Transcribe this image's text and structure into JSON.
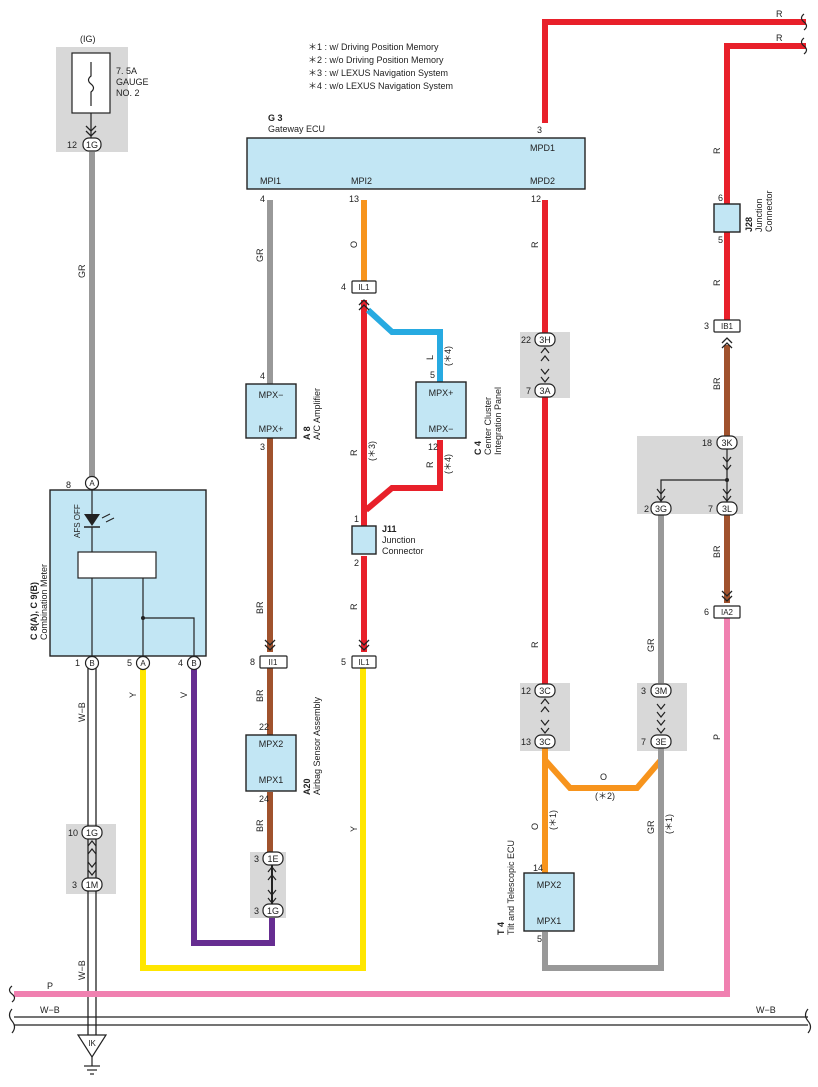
{
  "notes": [
    "＊1 : w/ Driving Position Memory",
    "＊2 : w/o Driving Position Memory",
    "＊3 : w/ LEXUS Navigation System",
    "＊4 : w/o LEXUS Navigation System"
  ],
  "fuse": {
    "power": "(IG)",
    "l1": "7. 5A",
    "l2": "GAUGE",
    "l3": "NO. 2"
  },
  "gateway": {
    "code": "G 3",
    "name": "Gateway ECU",
    "mpd1": "MPD1",
    "mpi1": "MPI1",
    "mpi2": "MPI2",
    "mpd2": "MPD2",
    "pin3": "3",
    "pin4": "4",
    "pin13": "13",
    "pin12": "12"
  },
  "meter": {
    "code": "C 8(A), C 9(B)",
    "name": "Combination Meter",
    "afs": "AFS OFF",
    "pin8": "8",
    "pinA": "A",
    "pin1": "1",
    "pin5": "5",
    "pin4": "4",
    "pinB": "B"
  },
  "ac": {
    "code": "A 8",
    "name": "A/C Amplifier",
    "minus": "MPX−",
    "plus": "MPX+",
    "pin4": "4",
    "pin3": "3"
  },
  "airbag": {
    "code": "A20",
    "name": "Airbag Sensor Assembly",
    "mpx2": "MPX2",
    "mpx1": "MPX1",
    "pin22": "22",
    "pin24": "24"
  },
  "cluster": {
    "code": "C 4",
    "name1": "Center Cluster",
    "name2": "Integration Panel",
    "plus": "MPX+",
    "minus": "MPX−",
    "pin5": "5",
    "pin12": "12"
  },
  "j11": {
    "code": "J11",
    "name1": "Junction",
    "name2": "Connector",
    "pin1": "1",
    "pin2": "2"
  },
  "j28": {
    "code": "J28",
    "name1": "Junction",
    "name2": "Connector",
    "pin6": "6",
    "pin5": "5"
  },
  "tilt": {
    "code": "T 4",
    "name": "Tilt and Telescopic ECU",
    "mpx2": "MPX2",
    "mpx1": "MPX1",
    "pin14": "14",
    "pin5": "5"
  },
  "connectors": {
    "c1g": "1G",
    "p12": "12",
    "c1g2": "1G",
    "p10": "10",
    "c1m": "1M",
    "p3a": "3",
    "il1a": "IL1",
    "p4": "4",
    "il1b": "IL1",
    "p5": "5",
    "ii1": "II1",
    "p8": "8",
    "c1e": "1E",
    "p3b": "3",
    "c1g3": "1G",
    "p3c": "3",
    "c3h": "3H",
    "p22": "22",
    "c3a": "3A",
    "p7a": "7",
    "c3c1": "3C",
    "p12b": "12",
    "c3c2": "3C",
    "p13": "13",
    "c3m": "3M",
    "p3d": "3",
    "c3e": "3E",
    "p7b": "7",
    "c3k": "3K",
    "p18": "18",
    "c3g": "3G",
    "p2": "2",
    "c3l": "3L",
    "p7c": "7",
    "ib1": "IB1",
    "p3e": "3",
    "ia2": "IA2",
    "p6": "6",
    "ik": "IK"
  },
  "wires": {
    "gr": "GR",
    "wb": "W−B",
    "y": "Y",
    "v": "V",
    "o": "O",
    "r": "R",
    "l": "L",
    "br": "BR",
    "p": "P",
    "n3": "(＊3)",
    "n4a": "(＊4)",
    "n4b": "(＊4)",
    "n1a": "(＊1)",
    "n1b": "(＊1)",
    "n2": "(＊2)"
  },
  "colors": {
    "red": "#e8202a",
    "gray": "#999999",
    "orange": "#f7941d",
    "blue": "#27aae1",
    "brown": "#a0522d",
    "yellow": "#ffe600",
    "purple": "#662d91",
    "pink": "#f080b0",
    "component": "#c2e6f4"
  }
}
